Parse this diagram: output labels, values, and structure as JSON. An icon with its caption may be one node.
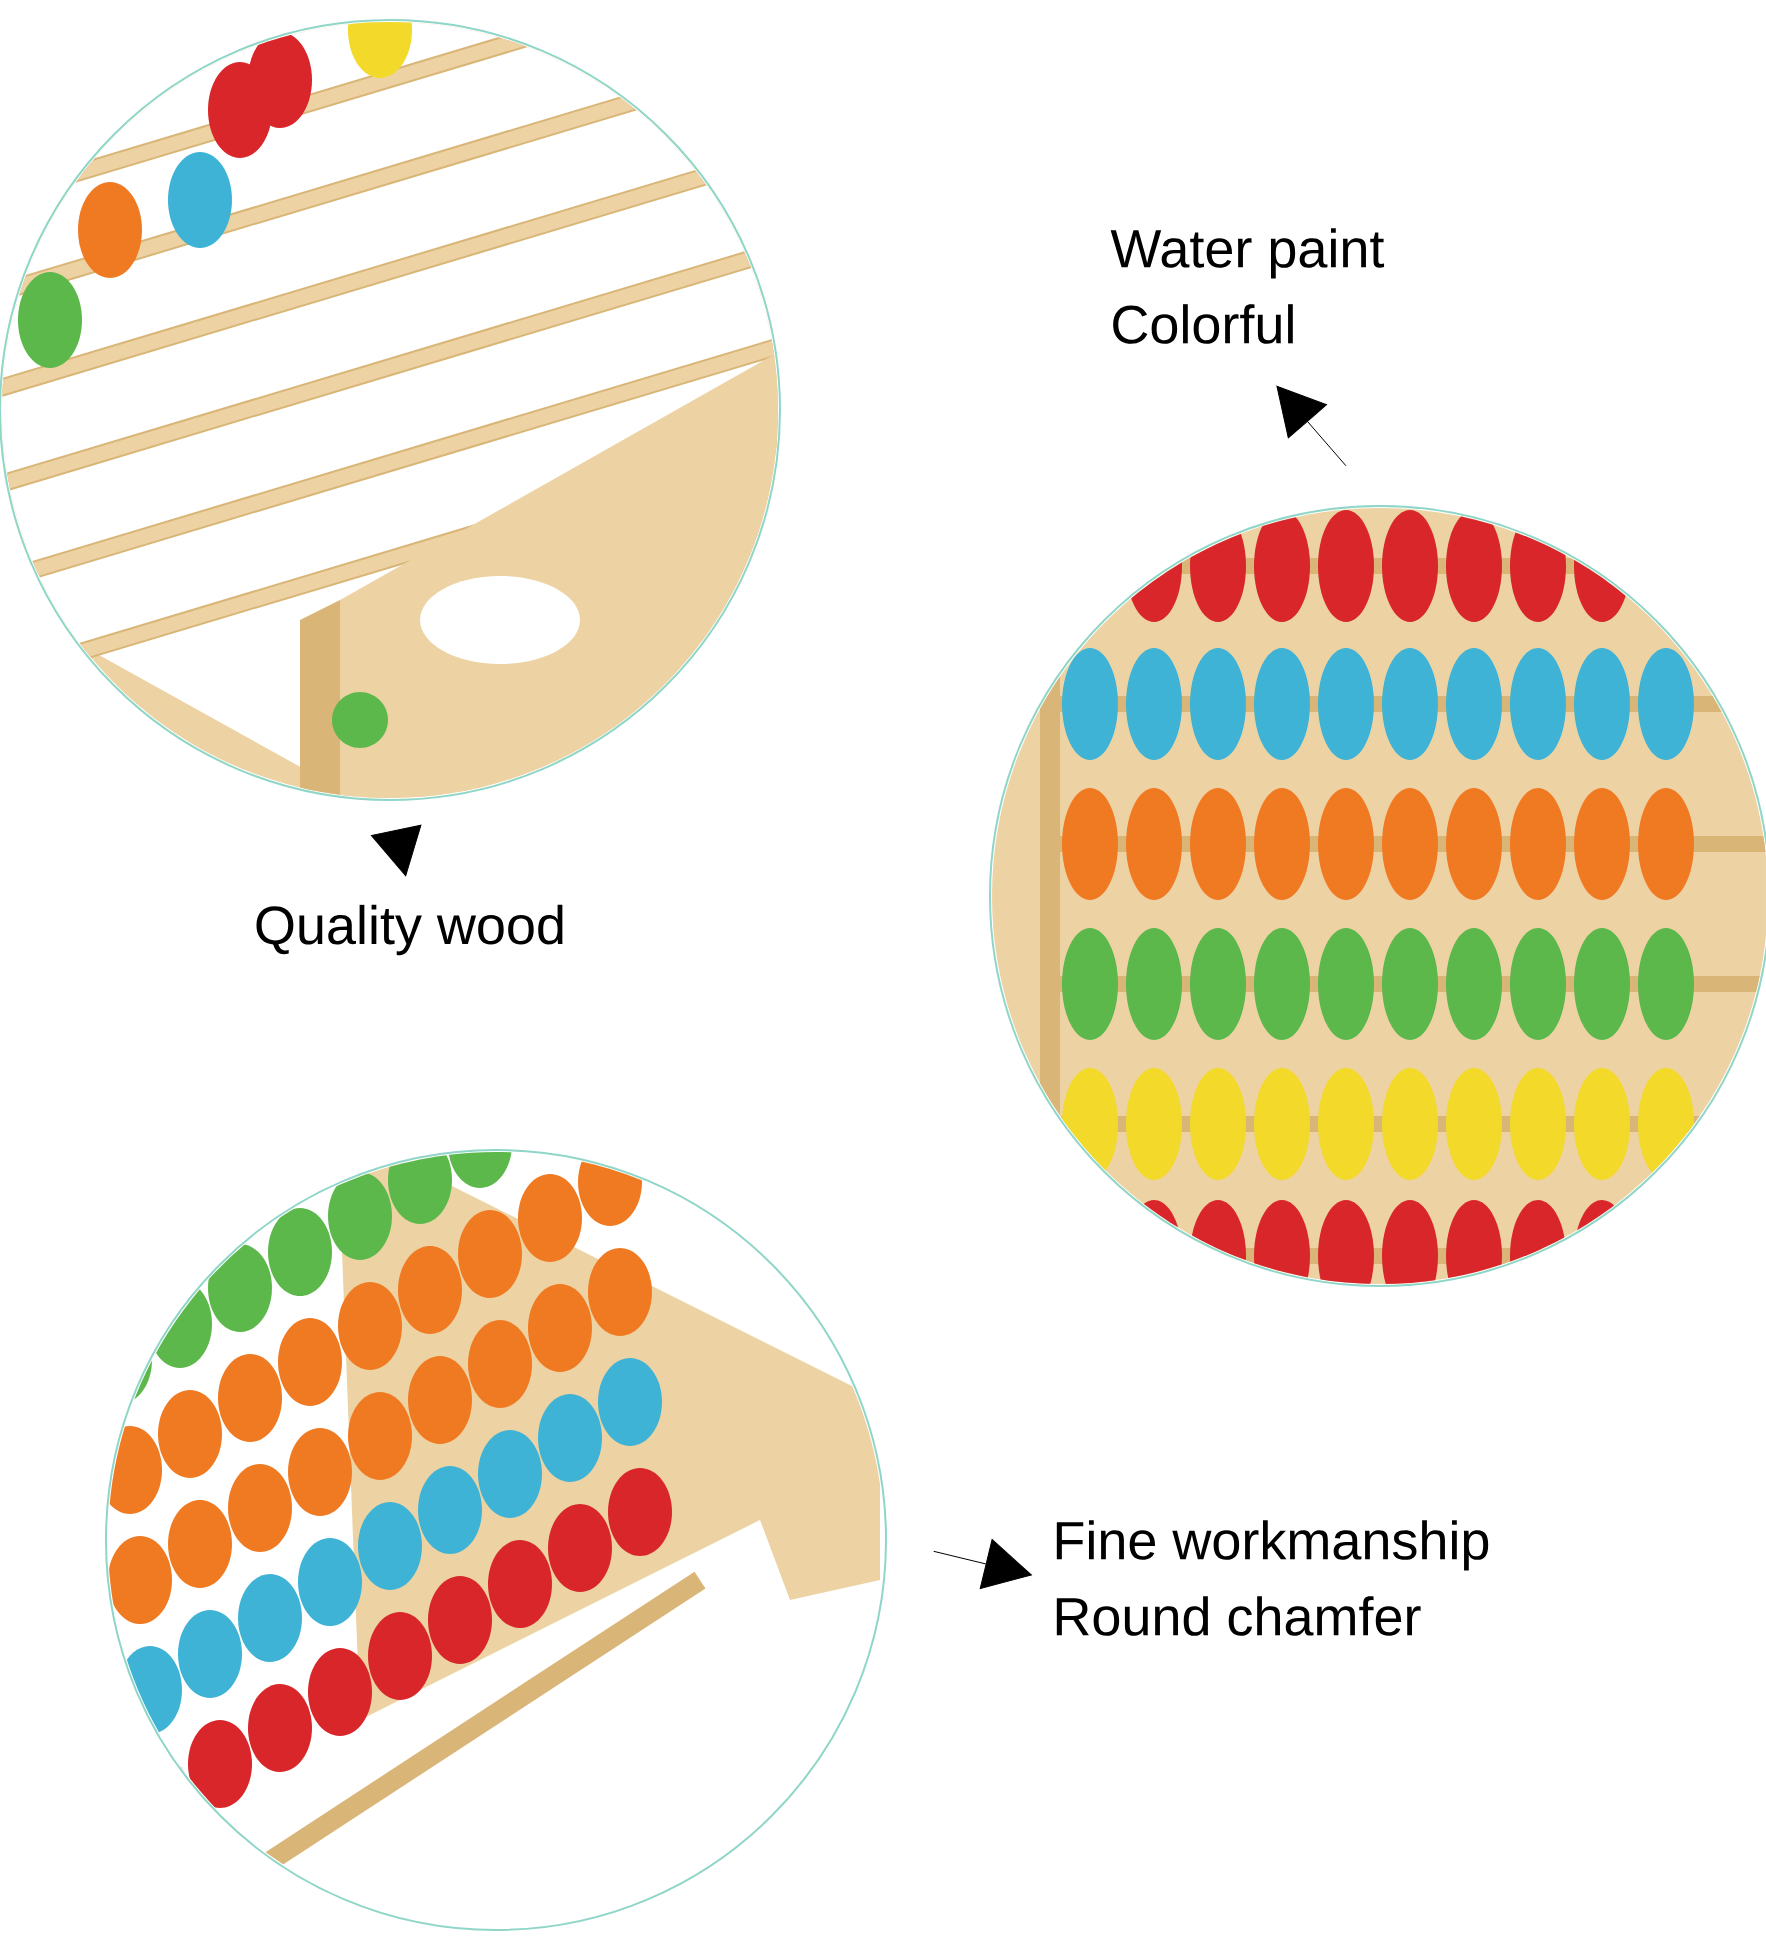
{
  "diagram": {
    "nodes": [
      {
        "text": [],
        "shape": "picture"
      },
      {
        "text": [
          "Quality wood"
        ]
      },
      {
        "text": [
          "Water paint",
          "Colorful"
        ]
      },
      {
        "text": [],
        "shape": "picture"
      },
      {
        "text": [],
        "shape": "picture"
      },
      {
        "text": [
          "Fine workmanship",
          "Round chamfer"
        ]
      }
    ],
    "edges": [
      {
        "from": 0,
        "to": 1,
        "arrow": "to"
      },
      {
        "from": 3,
        "to": 2,
        "arrow": "to"
      },
      {
        "from": 4,
        "to": 5,
        "arrow": "to"
      }
    ]
  }
}
